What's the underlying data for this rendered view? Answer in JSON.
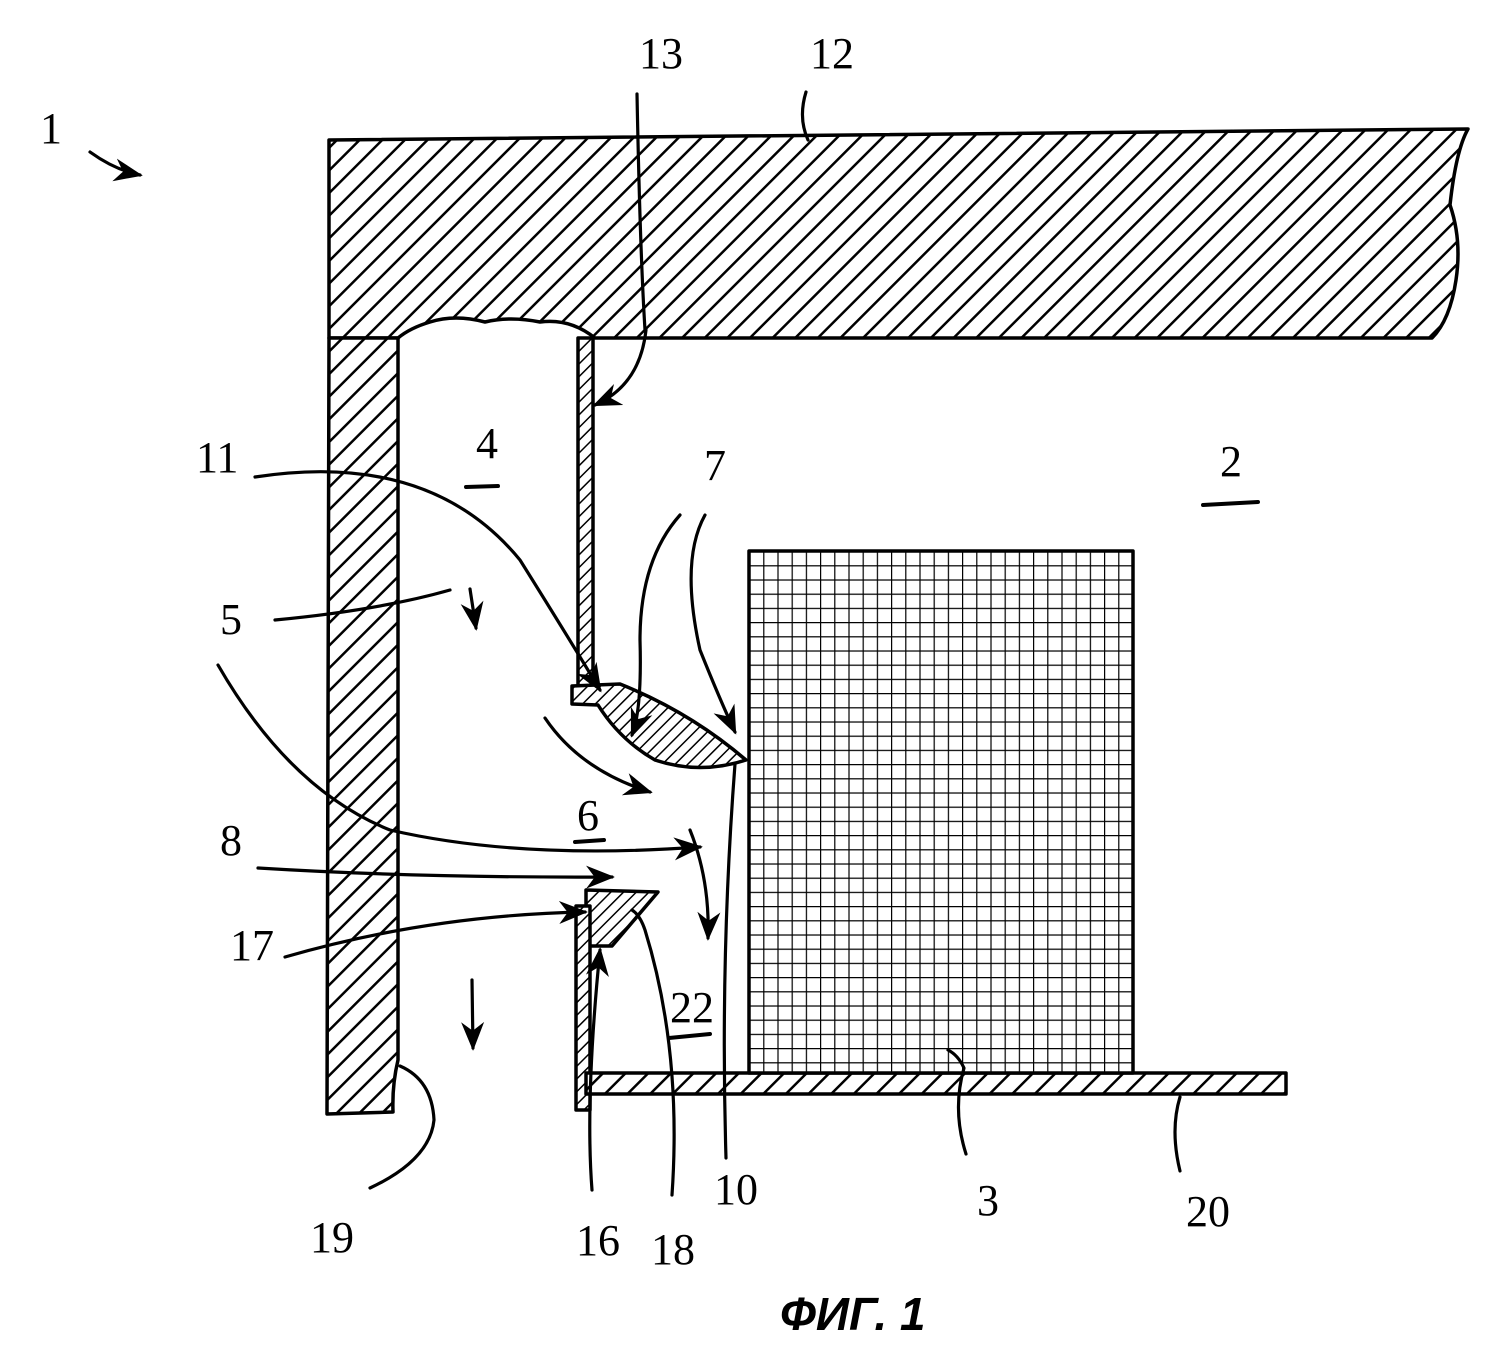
{
  "figure": {
    "caption": "ФИГ. 1",
    "references": {
      "r1": "1",
      "r2": "2",
      "r3": "3",
      "r4": "4",
      "r5": "5",
      "r6": "6",
      "r7": "7",
      "r8": "8",
      "r10": "10",
      "r11": "11",
      "r12": "12",
      "r13": "13",
      "r16": "16",
      "r17": "17",
      "r18": "18",
      "r19": "19",
      "r20": "20",
      "r22": "22"
    },
    "colors": {
      "ink": "#000000",
      "paper": "#ffffff"
    }
  }
}
